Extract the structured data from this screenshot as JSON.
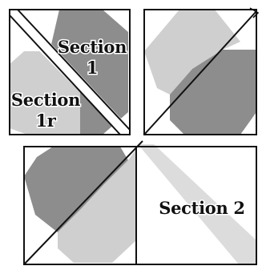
{
  "labels": {
    "section1_line1": "Section",
    "section1_line2": "1",
    "section1r_line1": "Section",
    "section1r_line2": "1r",
    "section2": "Section 2"
  },
  "colors": {
    "dark_fabric": "#8d8d8d",
    "light_fabric": "#cfcfcf",
    "medium_fabric": "#a6a6a6",
    "strip_fabric": "#dcdcdc",
    "outline": "#111111",
    "background": "#ffffff"
  }
}
